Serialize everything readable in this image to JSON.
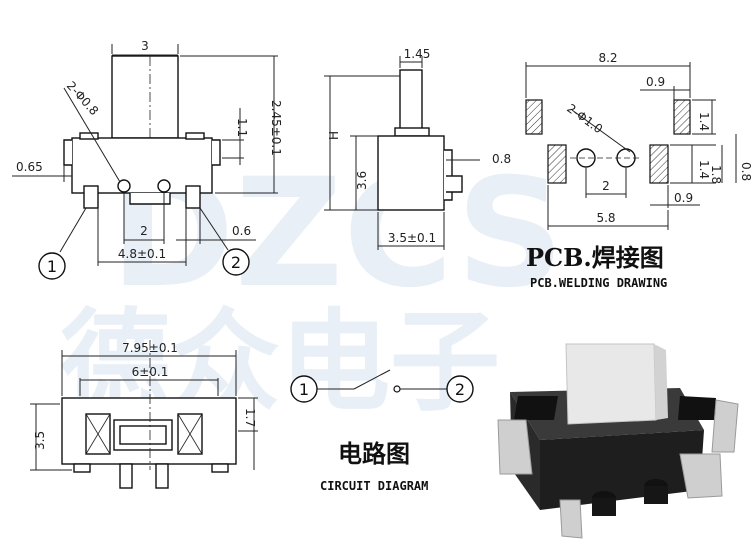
{
  "watermark": {
    "latin": "DZCS",
    "cn": "德众电子"
  },
  "front_view": {
    "dims": {
      "width": "3",
      "height": "2.45±0.1",
      "top": "1.1",
      "left": "0.65",
      "holes": "2-Φ0.8",
      "pitch": "2",
      "pin": "0.6",
      "span": "4.8±0.1"
    },
    "pins": [
      "1",
      "2"
    ]
  },
  "side_view": {
    "dims": {
      "top": "1.45",
      "h_label": "H",
      "height": "3.6",
      "lead": "0.8",
      "width": "3.5±0.1"
    }
  },
  "pcb": {
    "dims": {
      "total": "8.2",
      "pad_w_top": "0.9",
      "pad_h_top": "1.4",
      "holes": "2-Φ1.0",
      "pitch": "2",
      "pad_h_bot": "1.4",
      "height": "1.8",
      "pad_w_bot": "0.9",
      "inner": "5.8",
      "edge": "0.8"
    },
    "title_cn": "PCB.焊接图",
    "title_en": "PCB.WELDING DRAWING"
  },
  "bottom_view": {
    "dims": {
      "total": "7.95±0.1",
      "inner": "6±0.1",
      "height": "3.5",
      "right": "1.7"
    }
  },
  "circuit": {
    "pins": [
      "1",
      "2"
    ],
    "title_cn": "电路图",
    "title_en": "CIRCUIT DIAGRAM"
  },
  "colors": {
    "line": "#222222",
    "body_3d": "#2b2b2b",
    "actuator_3d": "#e9e9e9",
    "metal_3d": "#c8c8c8"
  }
}
